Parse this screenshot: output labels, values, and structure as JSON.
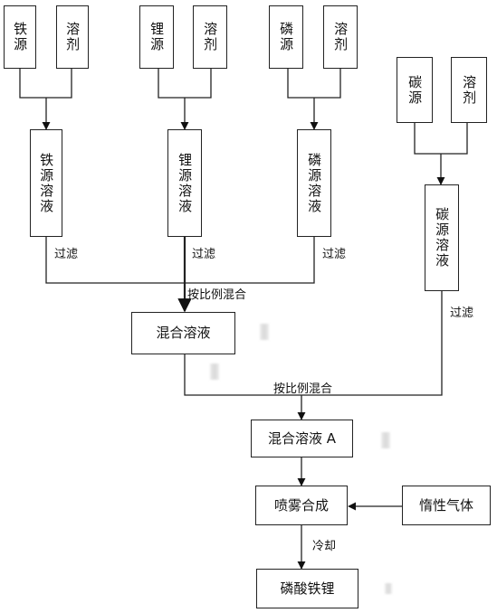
{
  "sources": [
    {
      "a": "铁源",
      "b": "溶剂",
      "solution": "铁源溶液",
      "filter": "过滤"
    },
    {
      "a": "锂源",
      "b": "溶剂",
      "solution": "锂源溶液",
      "filter": "过滤"
    },
    {
      "a": "磷源",
      "b": "溶剂",
      "solution": "磷源溶液",
      "filter": "过滤"
    },
    {
      "a": "碳源",
      "b": "溶剂",
      "solution": "碳源溶液",
      "filter": "过滤"
    }
  ],
  "mix1_label": "按比例混合",
  "mixed_solution": "混合溶液",
  "mix2_label": "按比例混合",
  "mixed_solution_a": "混合溶液 A",
  "spray": "喷雾合成",
  "inert_gas": "惰性气体",
  "cool_label": "冷却",
  "product": "磷酸铁锂"
}
